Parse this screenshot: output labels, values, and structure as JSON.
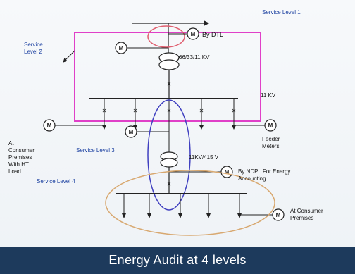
{
  "diagram": {
    "service_levels": {
      "level1": "Service Level 1",
      "level2_line1": "Service",
      "level2_line2": "Level 2",
      "level3": "Service Level 3",
      "level4": "Service Level 4"
    },
    "meter_symbol": "M",
    "labels": {
      "by_dtl": "By DTL",
      "transformer_1": "66/33/11 KV",
      "bus_11kv": "11 KV",
      "feeder_meters_line1": "Feeder",
      "feeder_meters_line2": "Meters",
      "transformer_2": "11KV/415 V",
      "by_ndpl_line1": "By NDPL For Energy",
      "by_ndpl_line2": "Accounting",
      "ht_line1": "At",
      "ht_line2": "Consumer",
      "ht_line3": "Premises",
      "ht_line4": "With HT",
      "ht_line5": "Load",
      "consumer_line1": "At Consumer",
      "consumer_line2": "Premises"
    },
    "colors": {
      "level2_box": "#e040c8",
      "level1_ellipse": "#e06070",
      "level3_ellipse": "#4040c0",
      "level4_ellipse": "#d8a870",
      "level_text": "#1a3fa0",
      "footer_bg": "#1d3a5c"
    }
  },
  "footer": {
    "title": "Energy Audit at 4 levels"
  }
}
